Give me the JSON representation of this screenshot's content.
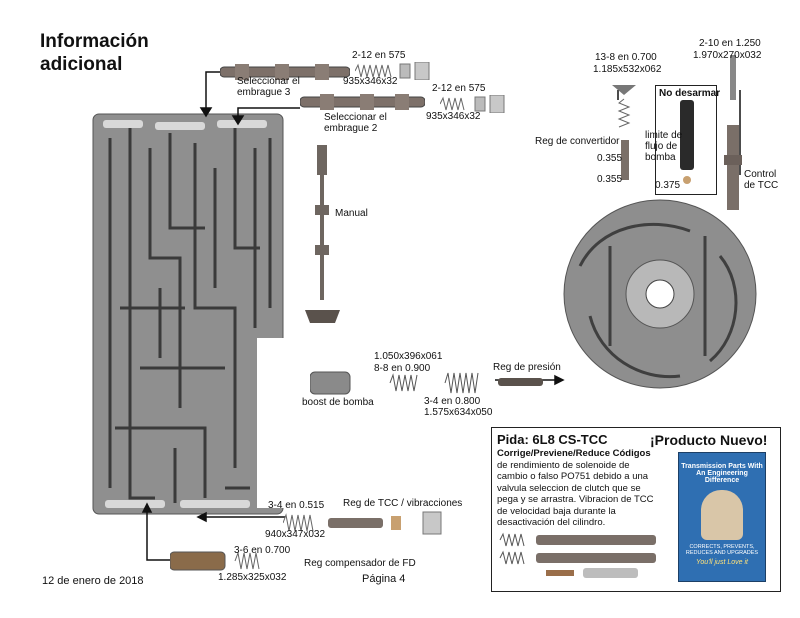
{
  "page": {
    "title_line1": "Información",
    "title_line2": "adicional",
    "date": "12 de enero de 2018",
    "page_number": "Página 4"
  },
  "labels": {
    "seleccionar_3a": "Seleccionar el",
    "seleccionar_3b": "embrague 3",
    "spring_575_top": "2-12 en 575",
    "spring_575_top_dim": "935x346x32",
    "seleccionar_2a": "Seleccionar el",
    "seleccionar_2b": "embrague 2",
    "spring_575_mid": "2-12 en 575",
    "spring_575_mid_dim": "935x346x32",
    "manual": "Manual",
    "spring_0700": "13-8 en 0.700",
    "spring_0700_dim": "1.185x532x062",
    "spring_1250": "2-10 en 1.250",
    "spring_1250_dim": "1.970x270x032",
    "no_desarmar": "No desarmar",
    "limite_a": "limite de",
    "limite_b": "flujo de",
    "limite_c": "bomba",
    "v0375": "0.375",
    "reg_convertidor": "Reg de convertidor",
    "v0355a": "0.355",
    "v0355b": "0.355",
    "control_a": "Control",
    "control_b": "de TCC",
    "spring_bomba_dim": "1.050x396x061",
    "spring_8_8": "8-8 en 0.900",
    "reg_presion": "Reg de presión",
    "boost": "boost de bomba",
    "spring_3_4_0800": "3-4 en 0.800",
    "spring_3_4_0800_dim": "1.575x634x050",
    "spring_3_4_0515": "3-4 en 0.515",
    "reg_tcc": "Reg de TCC / vibracciones",
    "spring_940": "940x347x032",
    "spring_3_6": "3-6 en 0.700",
    "spring_3_6_dim": "1.285x325x032",
    "reg_fd": "Reg compensador de FD"
  },
  "ad": {
    "pida": "Pida: 6L8 CS-TCC",
    "nuevo": "¡Producto Nuevo!",
    "line1": "Corrige/Previene/Reduce Códigos",
    "line2": "de rendimiento de solenoide de",
    "line3": "cambio o falso PO751 debido a una",
    "line4": "valvula seleccion de clutch que se",
    "line5": "pega y se arrastra. Vibracion de TCC",
    "line6": "de velocidad baja durante la",
    "line7": "desactivación del cilindro.",
    "pkg1": "Transmission Parts With",
    "pkg2": "An Engineering Difference",
    "pkg3": "CORRECTS, PREVENTS,",
    "pkg4": "REDUCES AND UPGRADES",
    "pkg5": "You'll just Love it"
  },
  "colors": {
    "metal": "#8e8e8e",
    "metal_dark": "#5a5a5a",
    "bronze": "#8a6b4a",
    "package_blue": "#2f6fb2"
  }
}
